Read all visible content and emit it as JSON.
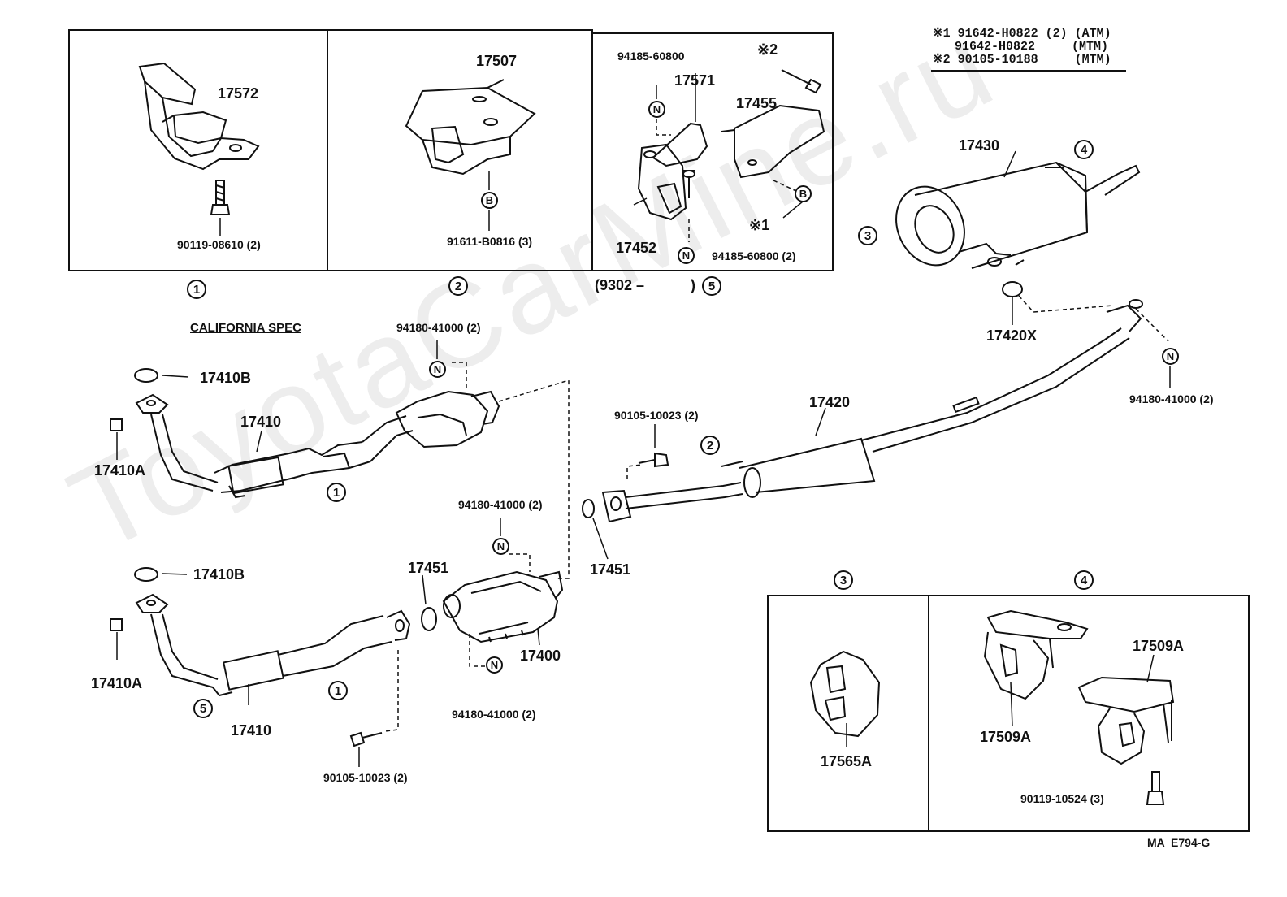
{
  "watermark": "ToyotaCarMine.ru",
  "legend": {
    "line1": "※1 91642-H0822 (2) (ATM)",
    "line2": "   91642-H0822     (MTM)",
    "line3": "※2 90105-10188     (MTM)"
  },
  "inset1": {
    "part": "17572",
    "bolt": "90119-08610 (2)",
    "circle": "1"
  },
  "inset2": {
    "part": "17507",
    "bolt_marker": "B",
    "bolt": "91611-B0816 (3)",
    "circle": "2"
  },
  "inset3": {
    "nut_top": "94185-60800",
    "part_hanger": "17571",
    "star2": "※2",
    "part_bracket": "17455",
    "marker_b": "B",
    "star1": "※1",
    "clamp": "17452",
    "marker_n": "N",
    "nut_bottom": "94185-60800 (2)",
    "date_range": "(9302 –",
    "date_end": ")",
    "circle": "5"
  },
  "muffler": {
    "part": "17430",
    "circle3": "3",
    "circle4": "4",
    "gasket": "17420X",
    "marker_n": "N",
    "nut": "94180-41000 (2)"
  },
  "california": {
    "title": "CALIFORNIA SPEC",
    "nut_top": "94180-41000 (2)",
    "marker_n": "N",
    "gasket": "17410B",
    "pipe": "17410",
    "nut": "17410A",
    "circle": "1"
  },
  "center": {
    "bolt": "90105-10023 (2)",
    "circle2": "2",
    "pipe": "17420",
    "gasket": "17451"
  },
  "federal": {
    "nut_top": "94180-41000 (2)",
    "marker_n_top": "N",
    "gasket_b": "17410B",
    "gasket_c": "17451",
    "nut": "17410A",
    "converter": "17400",
    "marker_n_bottom": "N",
    "nut_bottom": "94180-41000 (2)",
    "circle5": "5",
    "circle1": "1",
    "pipe": "17410",
    "bolt": "90105-10023 (2)"
  },
  "hangers": {
    "circle3": "3",
    "circle4": "4",
    "ring": "17565A",
    "mount_a": "17509A",
    "mount_b": "17509A",
    "bolt": "90119-10524 (3)"
  },
  "code": "MA  E794-G"
}
